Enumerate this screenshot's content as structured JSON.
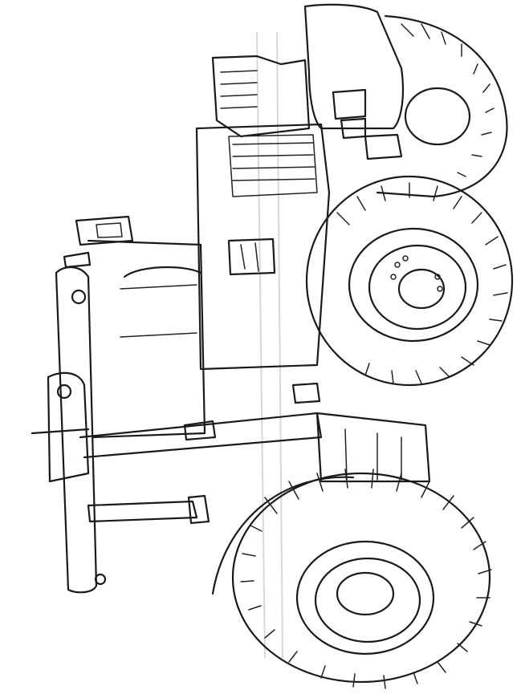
{
  "image": {
    "subject": "tractor-coloring-page",
    "style": "line-art",
    "orientation": "rotated-90"
  },
  "colors": {
    "background": "#ffffff",
    "line": "#1a1a1a",
    "watermark": "#d8d8d8"
  }
}
